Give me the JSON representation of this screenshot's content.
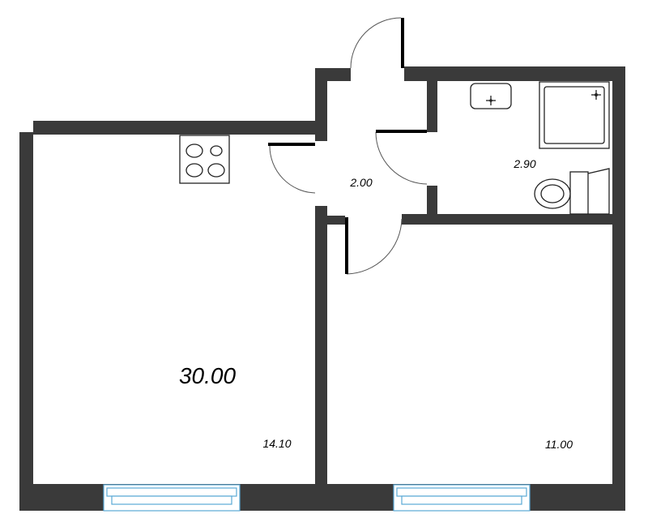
{
  "plan": {
    "total_area": "30.00",
    "rooms": [
      {
        "id": "kitchen-living",
        "area": "14.10"
      },
      {
        "id": "hall",
        "area": "2.00"
      },
      {
        "id": "bathroom",
        "area": "2.90"
      },
      {
        "id": "bedroom",
        "area": "11.00"
      }
    ]
  },
  "colors": {
    "wall": "#3a3a3a",
    "window": "#5aa9d6",
    "background": "#ffffff"
  },
  "icons": [
    "stove-icon",
    "sink-icon",
    "shower-tray-icon",
    "toilet-icon",
    "door-swing-icon",
    "window-icon"
  ]
}
